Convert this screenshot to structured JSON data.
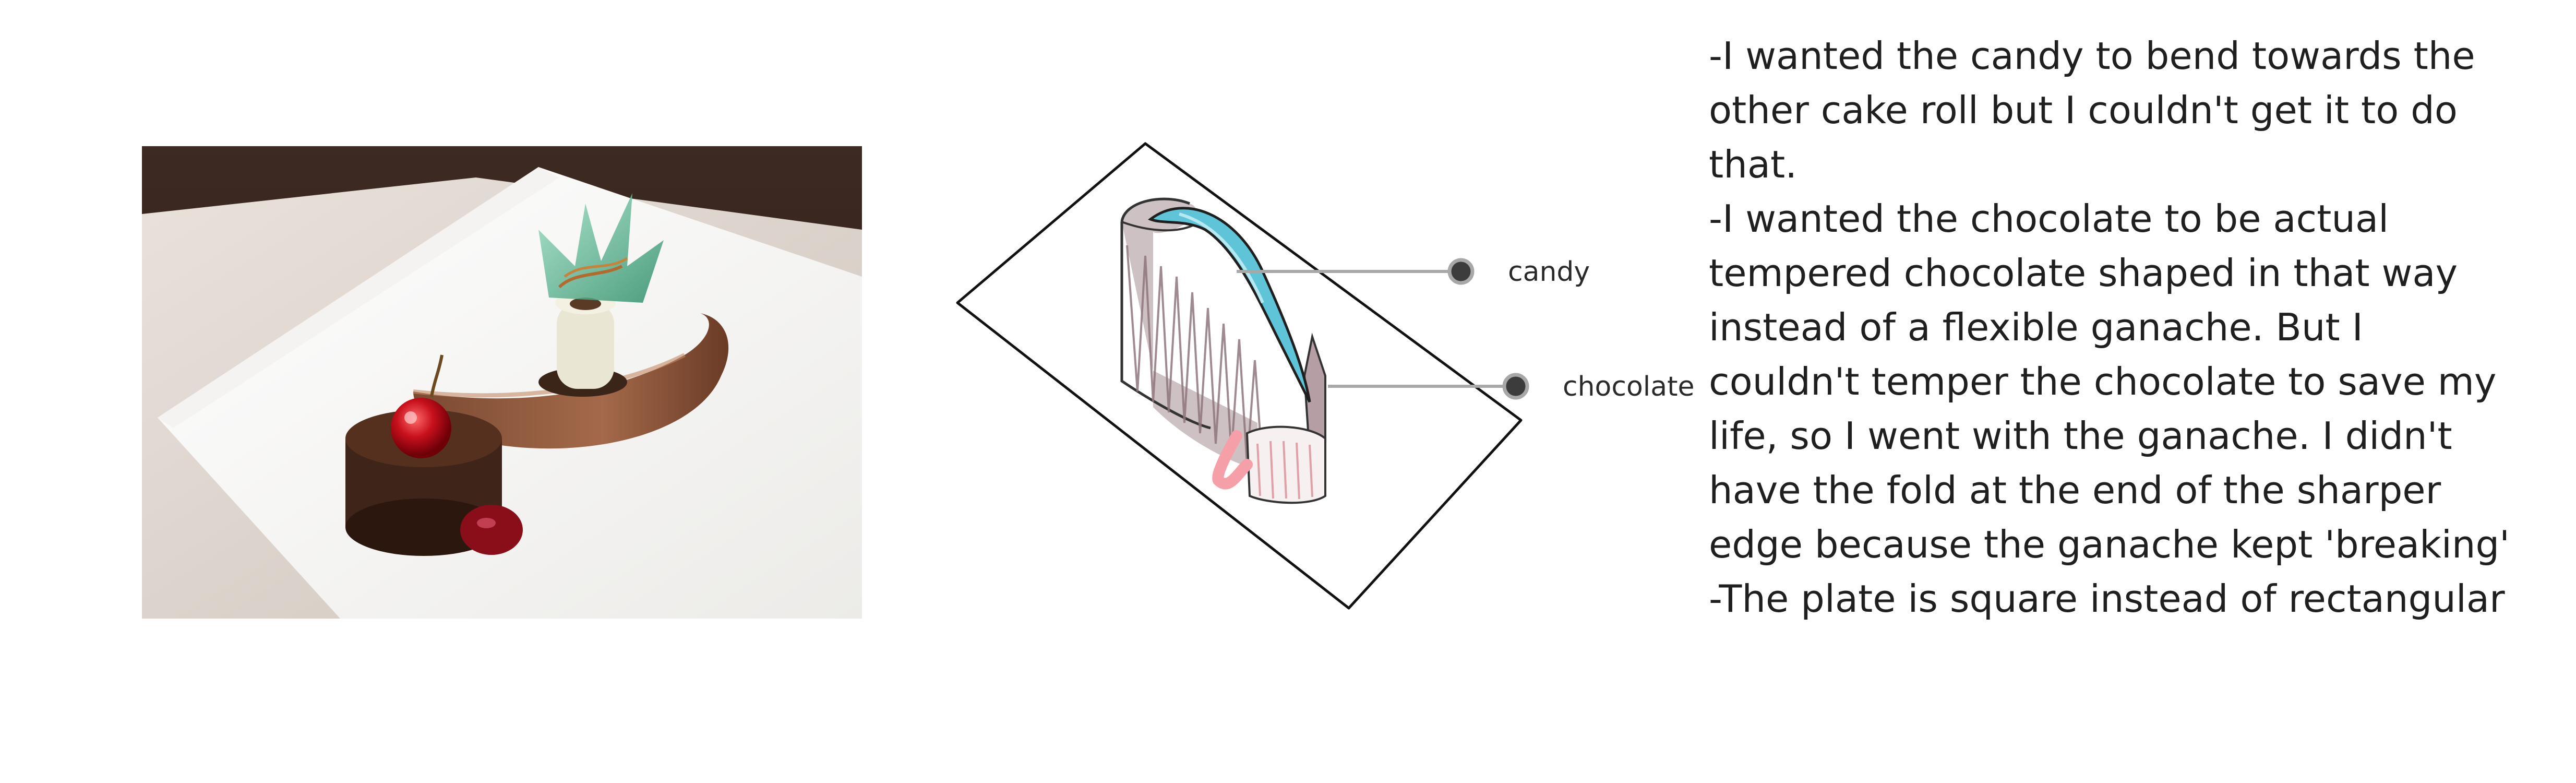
{
  "labels": {
    "candy": "candy",
    "chocolate": "chocolate"
  },
  "notes": [
    "-I wanted the candy to bend towards the other cake roll but I couldn't get it to do that.",
    "-I wanted the chocolate to be actual tempered chocolate shaped in that way instead of a flexible ganache. But I couldn't temper the chocolate to save my life, so I went with the ganache. I didn't have the fold at the end of the sharper edge because the ganache kept 'breaking'",
    "-The plate is square instead of rectangular"
  ],
  "colors": {
    "candy": "#5fc4d8",
    "chocolate_sketch": "#a68e93",
    "photo_background": "#3a2a22"
  }
}
